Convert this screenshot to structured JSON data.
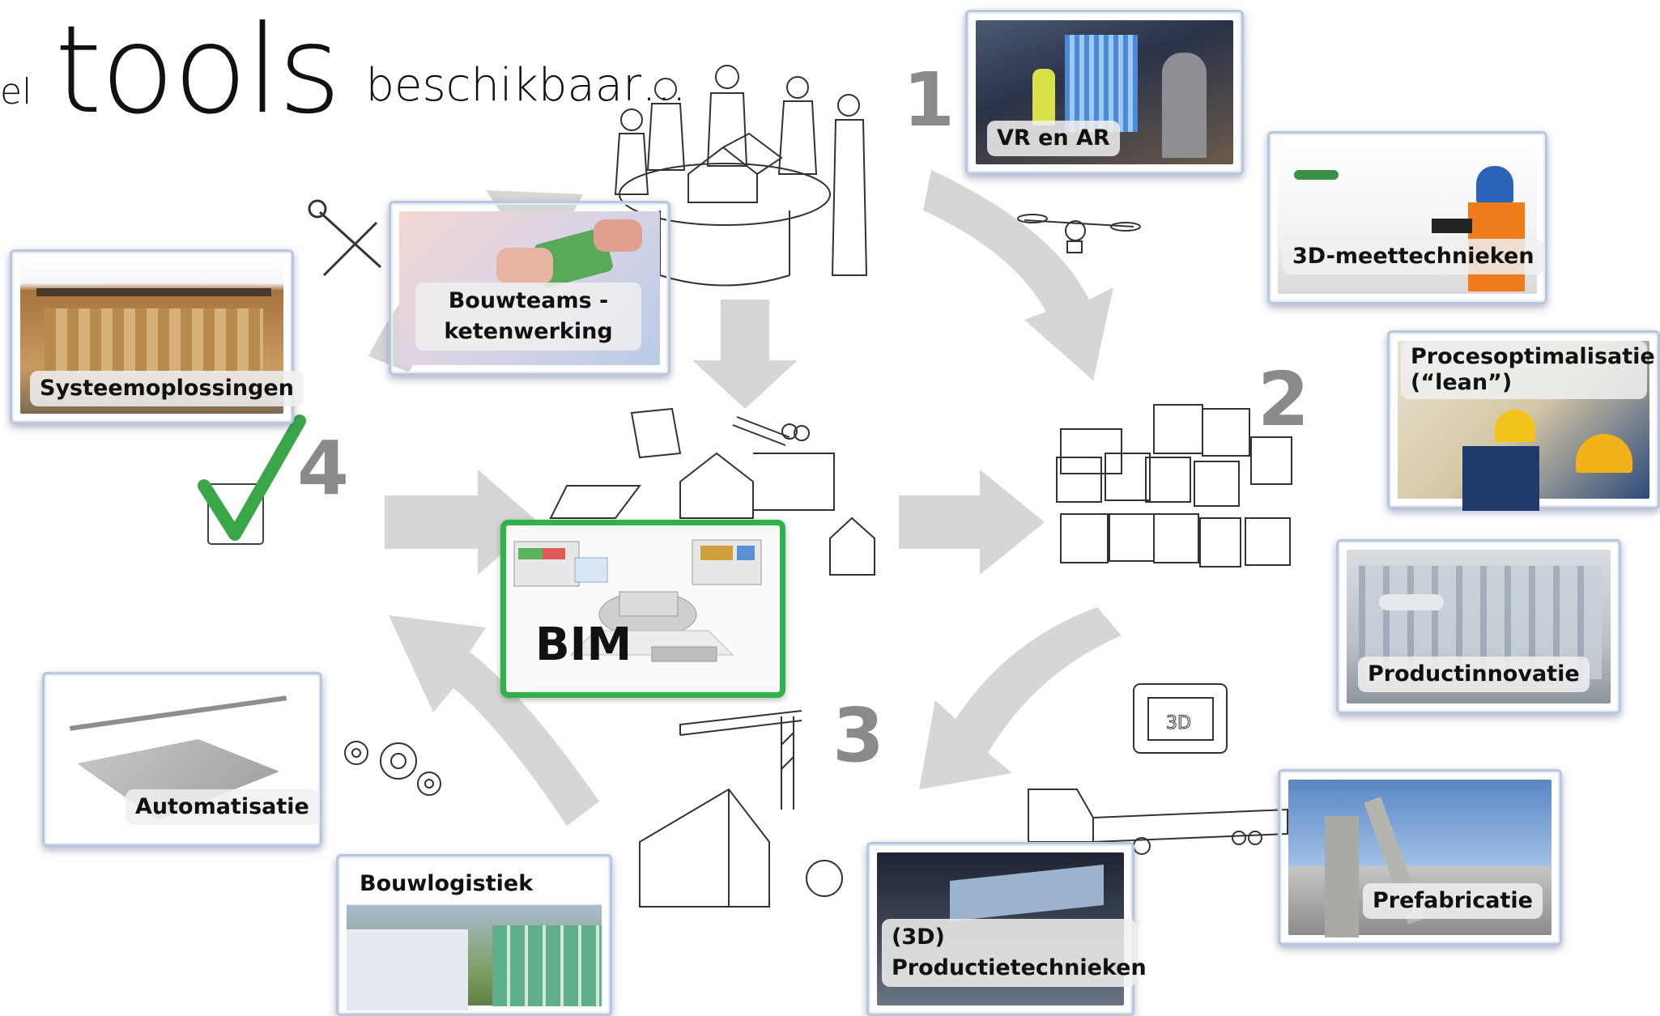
{
  "title": {
    "prefix": "el",
    "main": "tools",
    "suffix": "beschikbaar…"
  },
  "center": {
    "label": "BIM"
  },
  "steps": [
    "1",
    "2",
    "3",
    "4"
  ],
  "cards": {
    "vr_ar": "VR en AR",
    "meettechnieken": "3D-meettechnieken",
    "procesoptimalisatie": "Procesoptimalisatie (“lean”)",
    "productinnovatie": "Productinnovatie",
    "prefabricatie": "Prefabricatie",
    "productietechnieken": "(3D) Productietechnieken",
    "bouwlogistiek": "Bouwlogistiek",
    "automatisatie": "Automatisatie",
    "systeemoplossingen": "Systeemoplossingen",
    "bouwteams": "Bouwteams - ketenwerking"
  },
  "colors": {
    "arrow": "#d4d4d4",
    "bim_border": "#2db34a",
    "check": "#3aa64a",
    "step_number": "#8a8a8a",
    "card_border": "#b9c6dc"
  }
}
